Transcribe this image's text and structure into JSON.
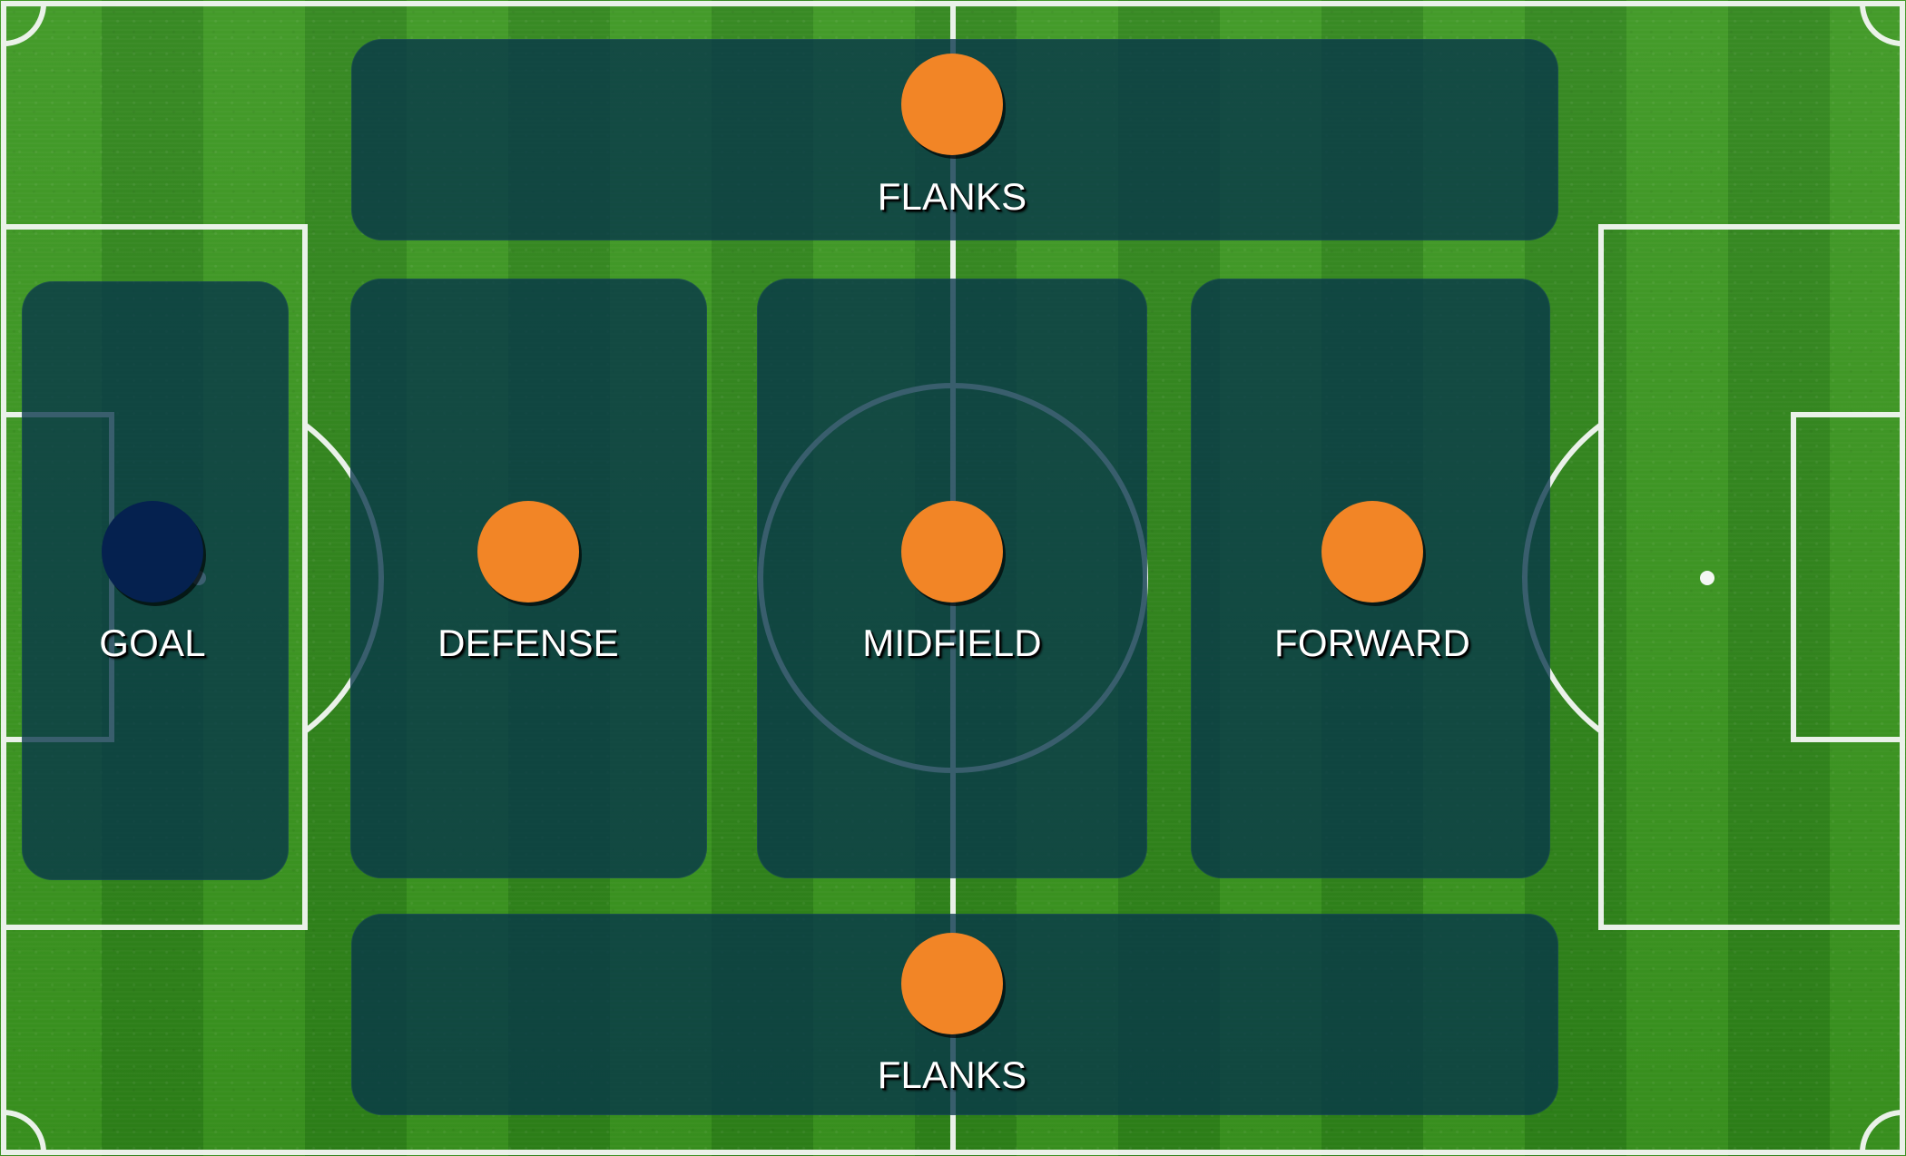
{
  "diagram": {
    "positions": [
      {
        "label": "FLANKS",
        "marker_color": "#f28526"
      },
      {
        "label": "GOAL",
        "marker_color": "#05214f"
      },
      {
        "label": "DEFENSE",
        "marker_color": "#f28526"
      },
      {
        "label": "MIDFIELD",
        "marker_color": "#f28526"
      },
      {
        "label": "FORWARD",
        "marker_color": "#f28526"
      },
      {
        "label": "FLANKS",
        "marker_color": "#f28526"
      }
    ]
  },
  "colors": {
    "grass_light": "#3a961f",
    "grass_dark": "#2e8419",
    "zone_overlay": "#07354a",
    "line": "#ffffff",
    "orange_marker": "#f28526",
    "navy_marker": "#05214f"
  }
}
